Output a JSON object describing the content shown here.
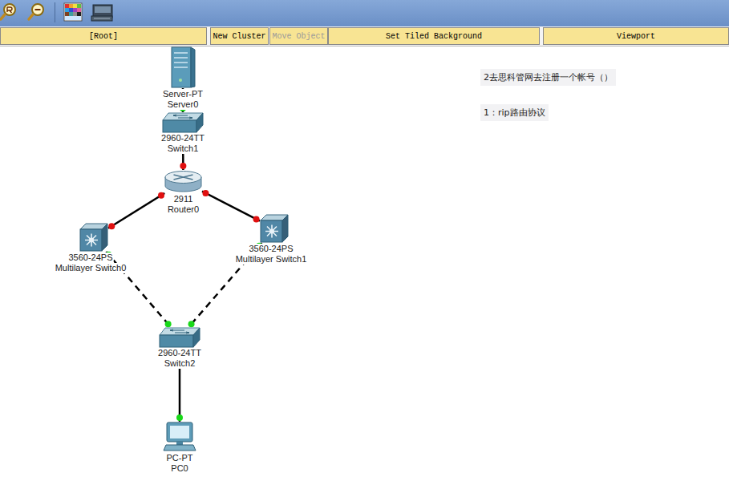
{
  "diagram": {
    "nodes": [
      {
        "text": [
          "[Root]"
        ]
      },
      {
        "text": [
          "New Cluster"
        ]
      },
      {
        "text": [
          "Move Object"
        ]
      },
      {
        "text": [
          "Set Tiled Background"
        ]
      },
      {
        "text": [
          "Viewport"
        ]
      },
      {
        "text": [
          "Server-PT",
          "Server0"
        ]
      },
      {
        "text": [
          "2960-24TT",
          "Switch1"
        ]
      },
      {
        "text": [
          "2911",
          "Router0"
        ]
      },
      {
        "text": [
          "3560-24PS",
          "Multilayer Switch0"
        ]
      },
      {
        "text": [
          "3560-24PS",
          "Multilayer Switch1"
        ]
      },
      {
        "text": [
          "2960-24TT",
          "Switch2"
        ]
      },
      {
        "text": [
          "PC-PT",
          "PC0"
        ]
      }
    ],
    "edges": [
      {
        "from": 5,
        "to": 6,
        "arrow": "none"
      },
      {
        "from": 6,
        "to": 7,
        "arrow": "none"
      },
      {
        "from": 7,
        "to": 8,
        "arrow": "none"
      },
      {
        "from": 7,
        "to": 9,
        "arrow": "none"
      },
      {
        "from": 8,
        "to": 10,
        "arrow": "none"
      },
      {
        "from": 9,
        "to": 10,
        "arrow": "none"
      },
      {
        "from": 10,
        "to": 11,
        "arrow": "none"
      }
    ],
    "labels": [
      "2去思科管网去注册一个帐号（）",
      "1：rip路由协议"
    ]
  }
}
